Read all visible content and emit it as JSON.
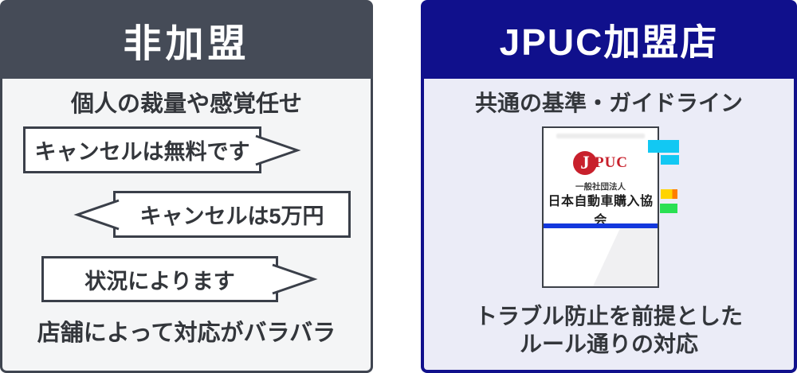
{
  "left_panel": {
    "title": "非加盟",
    "top_caption": "個人の裁量や感覚任せ",
    "bubbles": [
      {
        "text": "キャンセルは無料です",
        "tail_direction": "right"
      },
      {
        "text": "キャンセルは5万円",
        "tail_direction": "left"
      },
      {
        "text": "状況によります",
        "tail_direction": "right"
      }
    ],
    "bottom_caption": "店舗によって対応がバラバラ",
    "colors": {
      "header_bg": "#454b57",
      "body_bg": "#f4f5f6",
      "border": "#3f4550",
      "bubble_border": "#3a3f49",
      "text": "#33363b"
    }
  },
  "right_panel": {
    "title": "JPUC加盟店",
    "top_caption": "共通の基準・ガイドライン",
    "document": {
      "logo_j": "J",
      "logo_puc": "PUC",
      "org_small": "一般社団法人",
      "org_large": "日本自動車購入協会",
      "band_color": "#1338dd",
      "logo_red": "#c8202c",
      "tabs": [
        {
          "name": "cyan-tab-large",
          "color": "#12c8f3"
        },
        {
          "name": "cyan-tab-small",
          "color": "#12c8f3"
        },
        {
          "name": "yellow-tab",
          "color": "#ffd400",
          "tip_color": "#ff7e00"
        },
        {
          "name": "green-tab",
          "color": "#2ae052"
        }
      ]
    },
    "bottom_caption_line1": "トラブル防止を前提とした",
    "bottom_caption_line2": "ルール通りの対応",
    "colors": {
      "header_bg": "#10108c",
      "body_bg": "#ebecf7",
      "border": "#10108c",
      "text": "#33363b"
    }
  }
}
